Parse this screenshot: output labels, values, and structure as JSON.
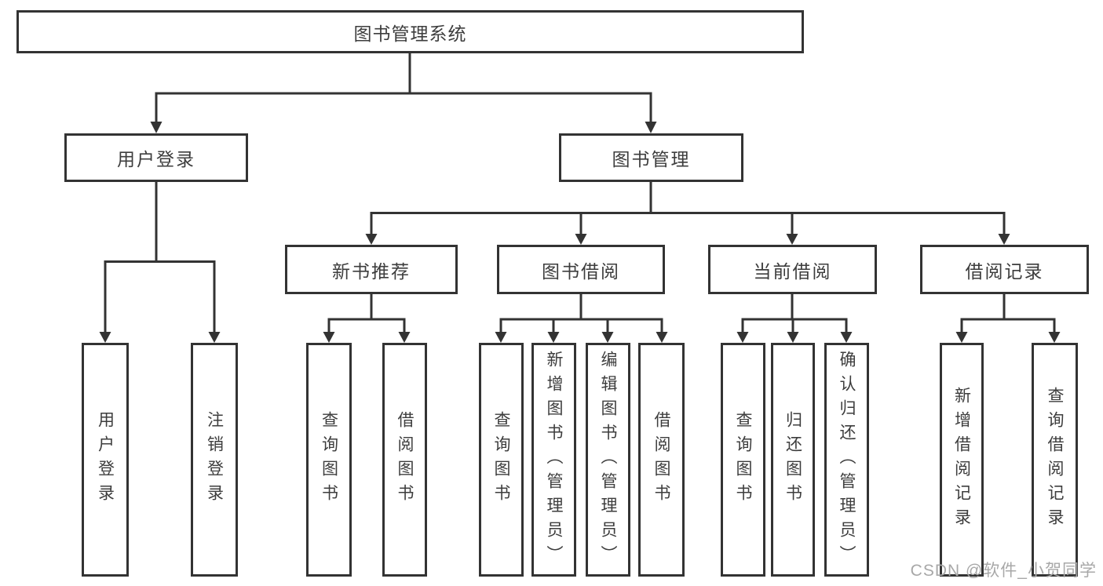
{
  "tree": {
    "root": "图书管理系统",
    "user_login": {
      "label": "用户登录",
      "children": [
        "用户登录",
        "注销登录"
      ]
    },
    "book_mgmt": {
      "label": "图书管理"
    },
    "new_book_rec": {
      "label": "新书推荐",
      "children": [
        "查询图书",
        "借阅图书"
      ]
    },
    "book_borrow": {
      "label": "图书借阅",
      "children": [
        "查询图书",
        "新增图书（管理员）",
        "编辑图书（管理员）",
        "借阅图书"
      ]
    },
    "current_borrow": {
      "label": "当前借阅",
      "children": [
        "查询图书",
        "归还图书",
        "确认归还（管理员）"
      ]
    },
    "borrow_records": {
      "label": "借阅记录",
      "children": [
        "新增借阅记录",
        "查询借阅记录"
      ]
    },
    "line_color": "#333333",
    "text_color": "#3d3d3d",
    "watermark_color": "#a8a8a8"
  },
  "watermark": "CSDN @软件_小贺同学"
}
